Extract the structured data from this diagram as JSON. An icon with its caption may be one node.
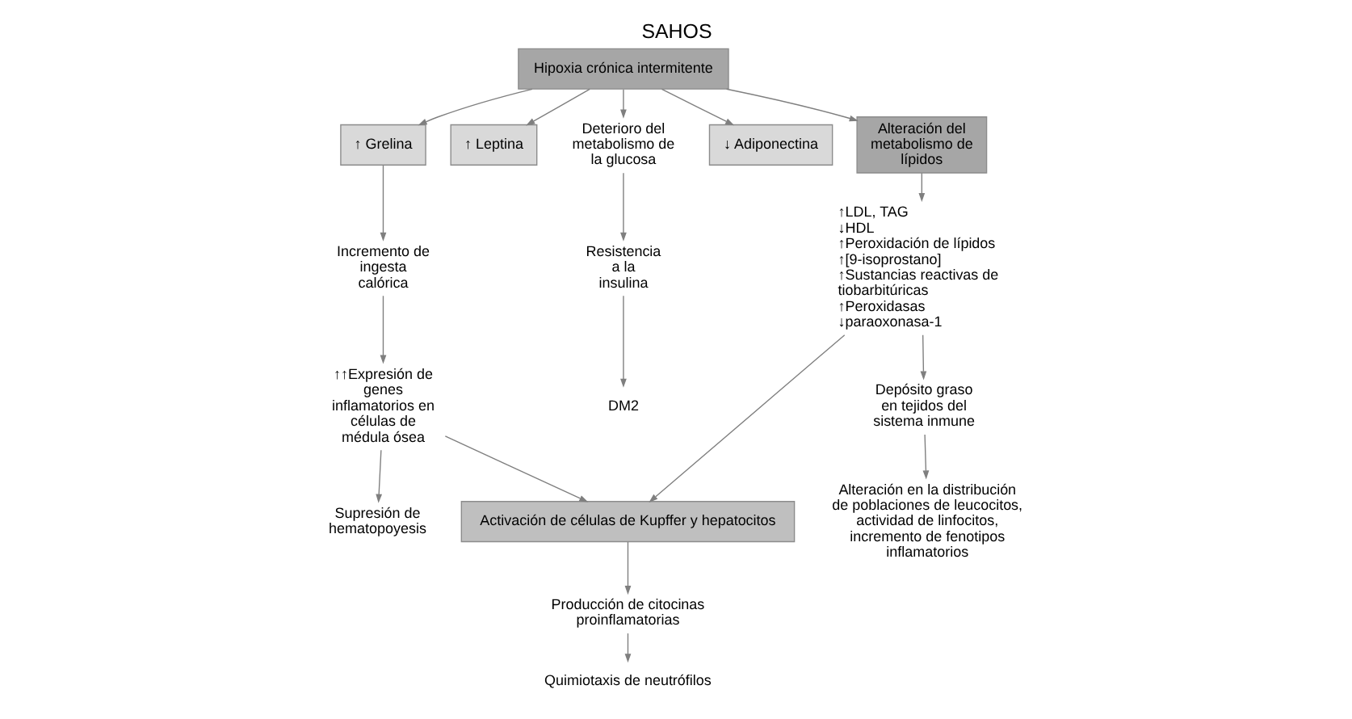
{
  "diagram": {
    "title": "SAHOS",
    "nodes": [
      {
        "text": [
          "Hipoxia crónica intermitente"
        ]
      },
      {
        "text": [
          "↑ Grelina"
        ]
      },
      {
        "text": [
          "↑ Leptina"
        ]
      },
      {
        "text": [
          "Deterioro del metabolismo de la glucosa"
        ]
      },
      {
        "text": [
          "↓ Adiponectina"
        ]
      },
      {
        "text": [
          "Alteración del metabolismo de lípidos"
        ]
      },
      {
        "text": [
          "Incremento de ingesta calórica"
        ]
      },
      {
        "text": [
          "↑↑Expresión de genes inflamatorios en células de médula ósea"
        ]
      },
      {
        "text": [
          "Resistencia a la insulina"
        ]
      },
      {
        "text": [
          "DM2"
        ]
      },
      {
        "text": [
          "↑LDL, TAG",
          "↓HDL",
          "↑Peroxidación de lípidos",
          "↑[9-isoprostano]",
          "↑Sustancias reactivas de tiobarbitúricas",
          "↑Peroxidasas",
          "↓paraoxonasa-1"
        ]
      },
      {
        "text": [
          "Activación de células de Kupffer y hepatocitos"
        ]
      },
      {
        "text": [
          "Supresión de hematopoyesis"
        ]
      },
      {
        "text": [
          "Producción de citocinas proinflamatorias"
        ]
      },
      {
        "text": [
          "Quimiotaxis de neutrófilos"
        ]
      },
      {
        "text": [
          "Alteración en la distribución de poblaciones de leucocitos, actividad de linfocitos, incremento de fenotipos inflamatorios"
        ]
      },
      {
        "text": [
          "Depósito graso en tejidos del sistema inmune"
        ]
      }
    ],
    "edges": [
      {
        "from": 0,
        "to": 1,
        "arrow": "to"
      },
      {
        "from": 0,
        "to": 2,
        "arrow": "to"
      },
      {
        "from": 0,
        "to": 3,
        "arrow": "to"
      },
      {
        "from": 0,
        "to": 4,
        "arrow": "to"
      },
      {
        "from": 0,
        "to": 5,
        "arrow": "to"
      },
      {
        "from": 1,
        "to": 6,
        "arrow": "to"
      },
      {
        "from": 6,
        "to": 7,
        "arrow": "to"
      },
      {
        "from": 3,
        "to": 8,
        "arrow": "to"
      },
      {
        "from": 8,
        "to": 9,
        "arrow": "to"
      },
      {
        "from": 5,
        "to": 10,
        "arrow": "to"
      },
      {
        "from": 7,
        "to": 11,
        "arrow": "to"
      },
      {
        "from": 7,
        "to": 12,
        "arrow": "to"
      },
      {
        "from": 10,
        "to": 11,
        "arrow": "to"
      },
      {
        "from": 11,
        "to": 13,
        "arrow": "to"
      },
      {
        "from": 13,
        "to": 14,
        "arrow": "to"
      },
      {
        "from": 10,
        "to": 16,
        "arrow": "to"
      },
      {
        "from": 16,
        "to": 15,
        "arrow": "to"
      }
    ]
  }
}
